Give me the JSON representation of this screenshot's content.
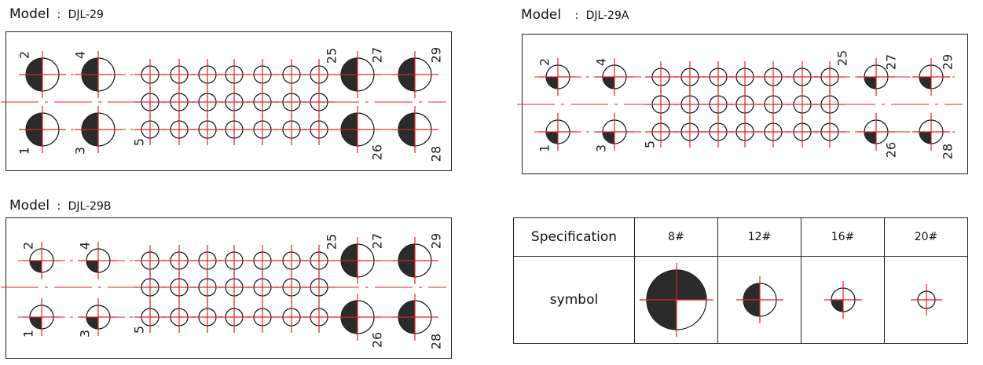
{
  "models": [
    {
      "label": "Model",
      "separator": ":",
      "code": "DJL-29"
    },
    {
      "label": "Model",
      "separator": ":",
      "code": "DJL-29A"
    },
    {
      "label": "Model",
      "separator": ":",
      "code": "DJL-29B"
    }
  ],
  "pin_numbers": {
    "top_left": [
      "2",
      "4"
    ],
    "bottom_left": [
      "1",
      "3"
    ],
    "top_right": [
      "25",
      "27",
      "29"
    ],
    "bottom_right": [
      "5",
      "26",
      "28"
    ]
  },
  "spec_table": {
    "header_label": "Specification",
    "row_label": "symbol",
    "sizes": [
      "8#",
      "12#",
      "16#",
      "20#"
    ]
  },
  "colors": {
    "line": "#e0202a",
    "fill": "#2b2b2b",
    "outline": "#111111"
  }
}
